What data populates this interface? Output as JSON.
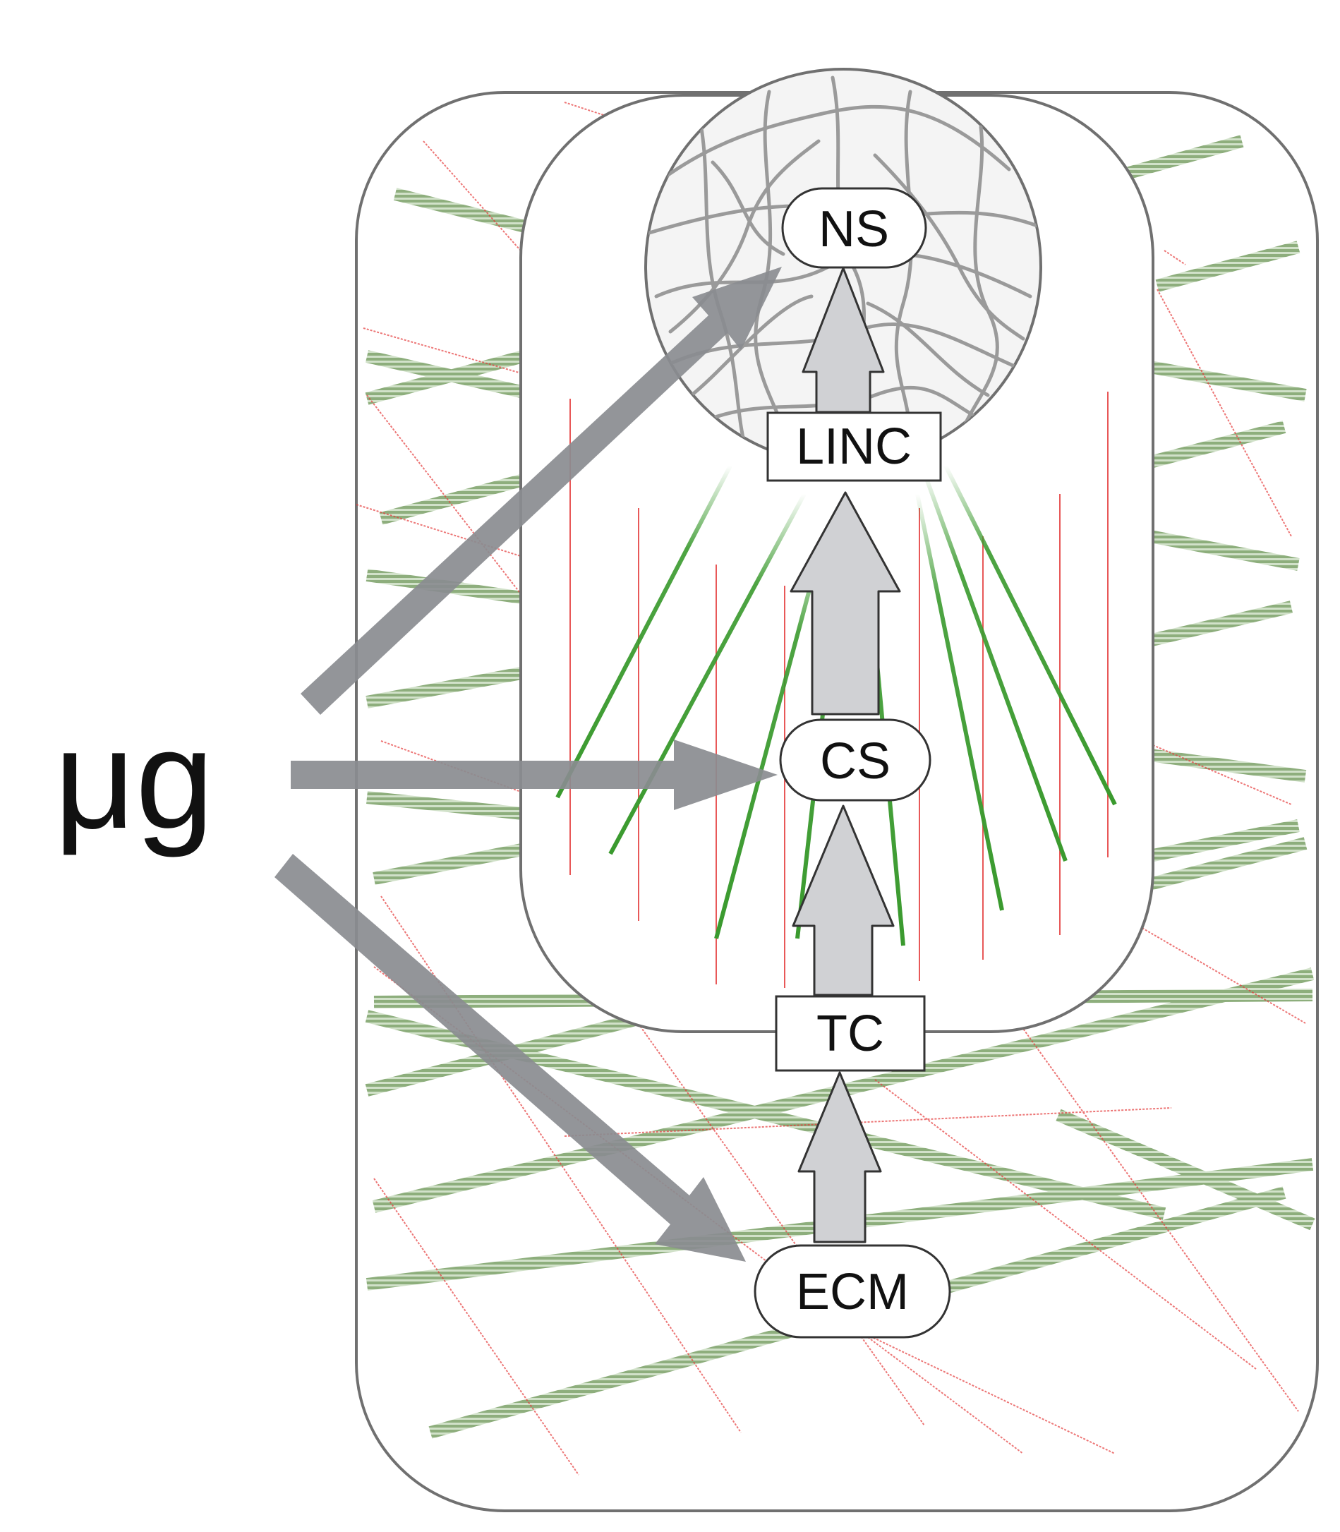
{
  "stimulus": {
    "label": "μg"
  },
  "nodes": {
    "ns": "NS",
    "linc": "LINC",
    "cs": "CS",
    "tc": "TC",
    "ecm": "ECM"
  },
  "colors": {
    "outline": "#707070",
    "arrow_fill": "#8a8c90",
    "chain_arrow_fill": "#d0d1d4",
    "green_fiber": "#3a9a2e",
    "green_band": "#6f9a5c",
    "red_fiber": "#e53b3b",
    "network": "#9a9a9a"
  }
}
